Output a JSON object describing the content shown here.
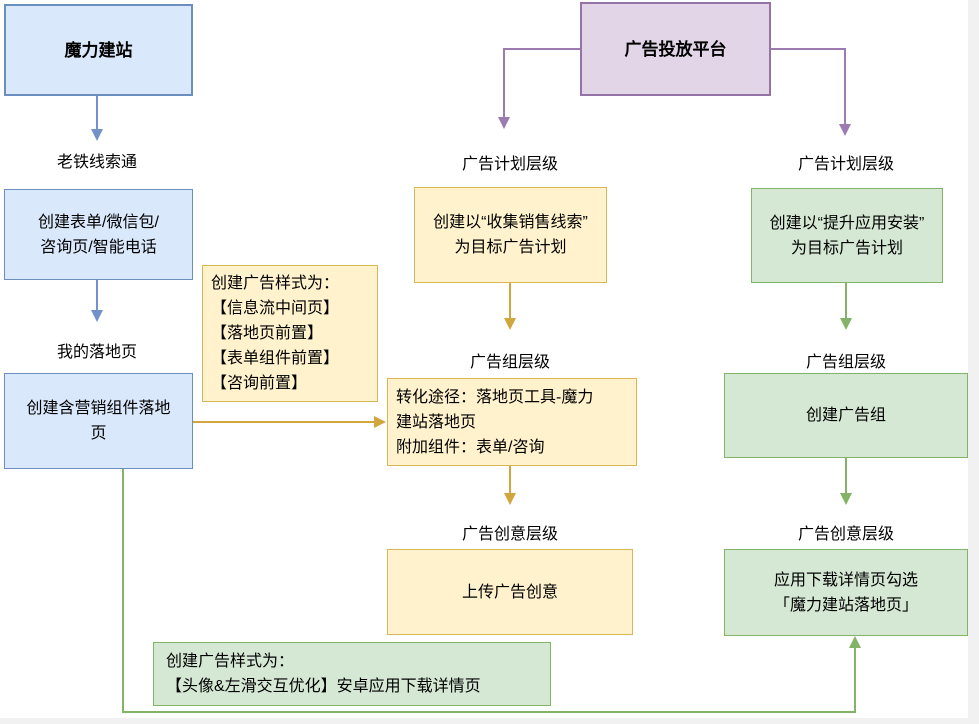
{
  "diagram": {
    "left": {
      "header": "魔力建站",
      "step1_label": "老铁线索通",
      "step1_box": "创建表单/微信包/\n咨询页/智能电话",
      "step2_label": "我的落地页",
      "step2_box": "创建含营销组件落地\n页",
      "ad_style_note": "创建广告样式为：\n【信息流中间页】\n【落地页前置】\n【表单组件前置】\n【咨询前置】"
    },
    "platform": {
      "header": "广告投放平台"
    },
    "middle": {
      "plan_label": "广告计划层级",
      "plan_box": "创建以“收集销售线索”\n为目标广告计划",
      "group_label": "广告组层级",
      "group_box": "转化途径：落地页工具-魔力\n建站落地页\n附加组件：表单/咨询",
      "creative_label": "广告创意层级",
      "creative_box": "上传广告创意"
    },
    "right": {
      "plan_label": "广告计划层级",
      "plan_box": "创建以“提升应用安装”\n为目标广告计划",
      "group_label": "广告组层级",
      "group_box": "创建广告组",
      "creative_label": "广告创意层级",
      "creative_box": "应用下载详情页勾选\n「魔力建站落地页」"
    },
    "bottom_note": "创建广告样式为：\n【头像&左滑交互优化】安卓应用下载详情页",
    "colors": {
      "blue_fill": "#dae8fc",
      "blue_stroke": "#6c8ebf",
      "yellow_fill": "#fff2cc",
      "yellow_stroke": "#d6b656",
      "green_fill": "#d5e8d4",
      "green_stroke": "#82b366",
      "purple_fill": "#e1d5e7",
      "purple_stroke": "#9673a6",
      "blue_arrow": "#7191c9",
      "gold_arrow": "#d2a63e",
      "green_arrow": "#82b366",
      "purple_arrow": "#9d7bb0"
    }
  }
}
